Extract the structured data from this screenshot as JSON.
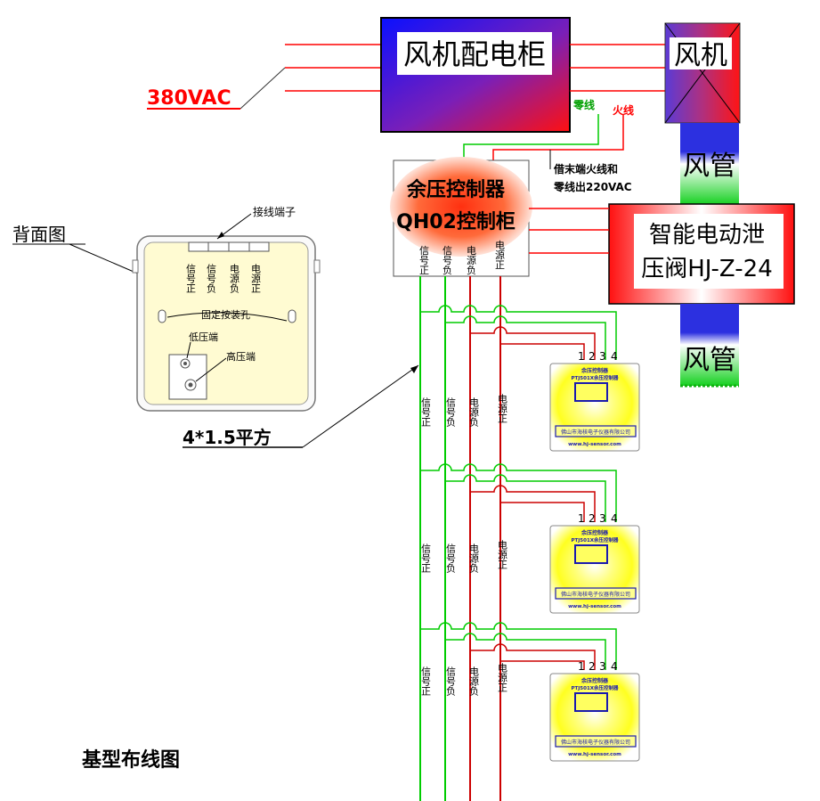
{
  "supply": {
    "label": "380VAC"
  },
  "fan_cabinet": {
    "label": "风机配电柜",
    "neutral_label": "零线",
    "live_label": "火线"
  },
  "fan": {
    "label": "风机"
  },
  "duct_upper": {
    "label": "风管"
  },
  "duct_lower": {
    "label": "风管"
  },
  "valve": {
    "line1": "智能电动泄",
    "line2": "压阀HJ-Z-24"
  },
  "controller": {
    "line1": "余压控制器",
    "line2": "QH02控制柜",
    "terminals": [
      "信号正",
      "信号负",
      "电源负",
      "电源正"
    ]
  },
  "power_note": {
    "line1": "借末端火线和",
    "line2": "零线出220VAC"
  },
  "back_view": {
    "title": "背面图",
    "terminal_callout": "接线端子",
    "terminals": [
      "信号正",
      "信号负",
      "电源负",
      "电源正"
    ],
    "holes_label": "固定按装孔",
    "low_port": "低压端",
    "high_port": "高压端"
  },
  "cable_label": "4*1.5平方",
  "bus_labels": [
    "信号正",
    "信号负",
    "电源负",
    "电源正"
  ],
  "sensor": {
    "pins": [
      "1",
      "2",
      "3",
      "4"
    ],
    "name": "余压控制器",
    "model": "PTJ501X余压控制器",
    "company": "佛山市海核电子仪器有限公司",
    "url": "www.hj-sensor.com"
  },
  "caption": "基型布线图",
  "colors": {
    "live": "#ff0000",
    "neutral": "#00cc00",
    "signal": "#00cc00",
    "power": "#cc0000"
  }
}
